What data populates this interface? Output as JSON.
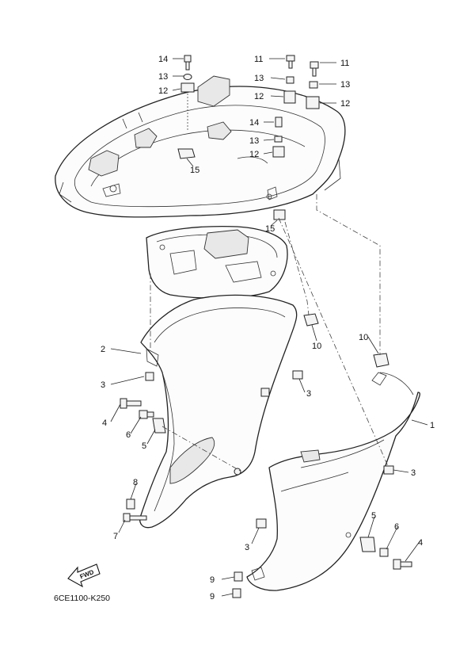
{
  "diagram_code": "6CE1100-K250",
  "fwd_label": "FWD",
  "callouts": {
    "c1": "1",
    "c2": "2",
    "c3a": "3",
    "c3b": "3",
    "c3c": "3",
    "c3d": "3",
    "c4a": "4",
    "c4b": "4",
    "c5a": "5",
    "c5b": "5",
    "c6a": "6",
    "c6b": "6",
    "c7": "7",
    "c8": "8",
    "c9a": "9",
    "c9b": "9",
    "c10a": "10",
    "c10b": "10",
    "c11a": "11",
    "c11b": "11",
    "c12a": "12",
    "c12b": "12",
    "c12c": "12",
    "c12d": "12",
    "c13a": "13",
    "c13b": "13",
    "c13c": "13",
    "c13d": "13",
    "c14a": "14",
    "c14b": "14",
    "c15a": "15",
    "c15b": "15"
  }
}
